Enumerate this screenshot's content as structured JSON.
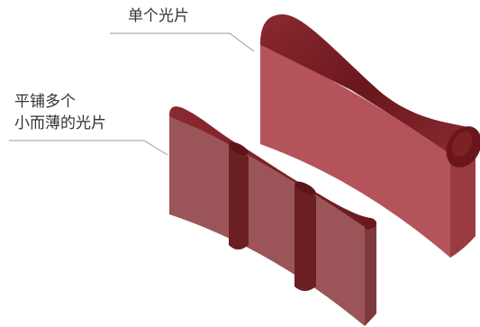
{
  "labels": {
    "single": "单个光片",
    "tiled_line1": "平铺多个",
    "tiled_line2": "小而薄的光片"
  },
  "colors": {
    "single_front": "#b4545a",
    "single_side": "#9a3b42",
    "single_top": "#7a1f25",
    "tiled_front": "#9b5558",
    "tiled_side": "#7d3a3d",
    "tiled_top": "#7a1f25",
    "divider": "#6b1f22",
    "leader": "#9a9a9a"
  }
}
